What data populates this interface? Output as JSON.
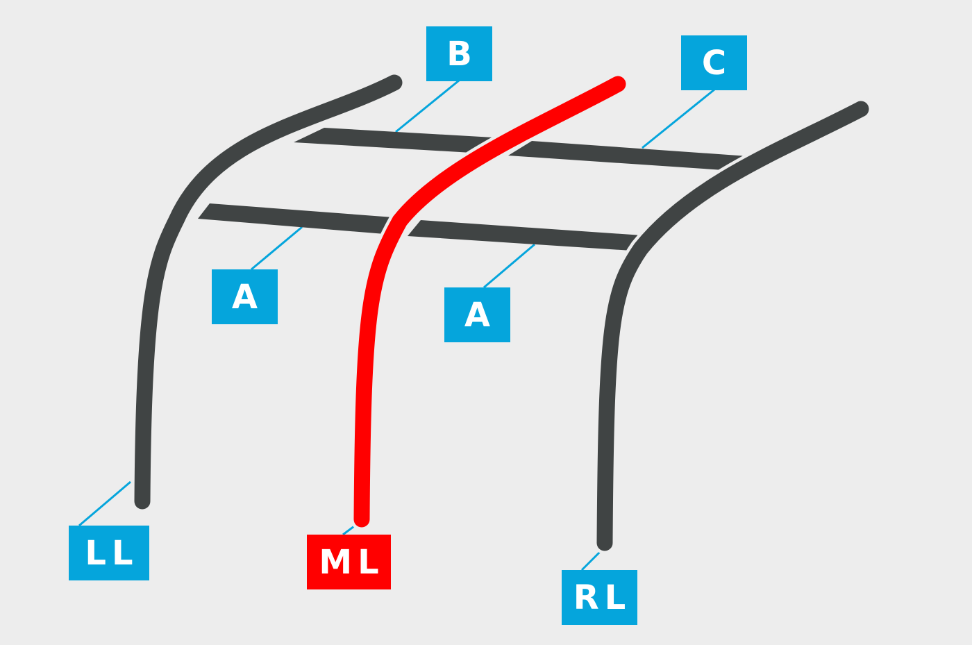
{
  "colors": {
    "background": "#ededed",
    "pole": "#404444",
    "highlight_pole": "#ff0000",
    "label_blue": "#05a5dc",
    "leader_blue": "#05a5dc"
  },
  "labels": {
    "b": "B",
    "c": "C",
    "a_left": "A",
    "a_right": "A",
    "ll": "LL",
    "ml": "ML",
    "rl": "RL"
  }
}
